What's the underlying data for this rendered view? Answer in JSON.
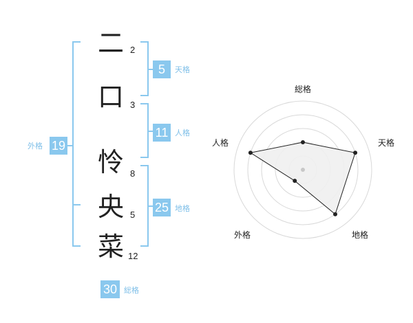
{
  "name_chars": [
    {
      "char": "二",
      "strokes": "2"
    },
    {
      "char": "口",
      "strokes": "3"
    },
    {
      "char": "怜",
      "strokes": "8"
    },
    {
      "char": "央",
      "strokes": "5"
    },
    {
      "char": "菜",
      "strokes": "12"
    }
  ],
  "fortunes": {
    "tenkaku": {
      "label": "天格",
      "value": "5"
    },
    "jinkaku": {
      "label": "人格",
      "value": "11"
    },
    "chikaku": {
      "label": "地格",
      "value": "25"
    },
    "gaikaku": {
      "label": "外格",
      "value": "19"
    },
    "soukaku": {
      "label": "総格",
      "value": "30"
    }
  },
  "radar": {
    "axes": [
      "総格",
      "天格",
      "地格",
      "外格",
      "人格"
    ],
    "levels": 5,
    "values": [
      2,
      4,
      4,
      1,
      4
    ],
    "accent_color": "#8ac8ee",
    "fill_color": "#f0f0f0",
    "ring_color": "#d8d8d8"
  }
}
